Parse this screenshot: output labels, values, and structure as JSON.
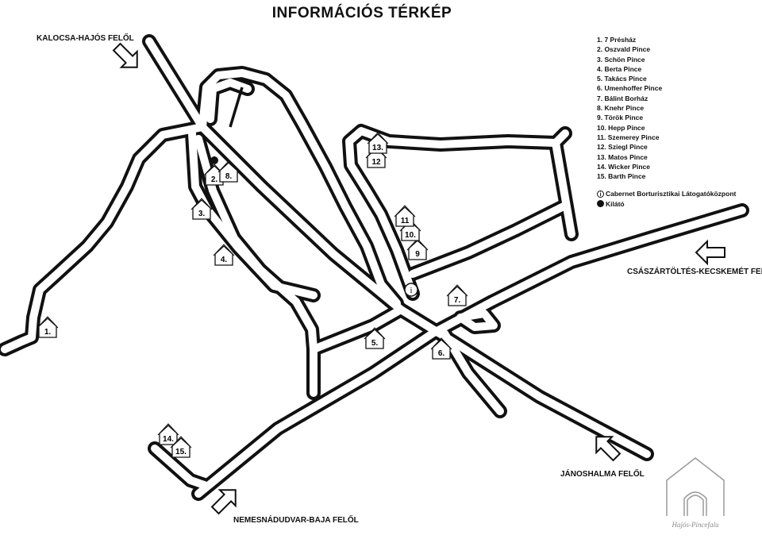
{
  "title": "INFORMÁCIÓS TÉRKÉP",
  "directions": {
    "kalocsa": "KALOCSA-HAJÓS FELŐL",
    "csaszartoltes": "CSÁSZÁRTÖLTÉS-KECSKEMÉT FELŐL",
    "janoshalma": "JÁNOSHALMA FELŐL",
    "nemesnadudvar": "NEMESNÁDUDVAR-BAJA FELŐL"
  },
  "legend": {
    "items": [
      "1. 7 Présház",
      "2. Oszvald Pince",
      "3. Schön Pince",
      "4. Berta Pince",
      "5. Takács Pince",
      "6. Umenhoffer Pince",
      "7. Bálint Borház",
      "8. Knehr Pince",
      "9. Török Pince",
      "10. Hepp Pince",
      "11. Szemerey Pince",
      "12. Sziegl Pince",
      "13. Matos Pince",
      "14. Wicker Pince",
      "15. Barth Pince"
    ],
    "info_point": "Cabernet Borturisztikai Látogatóközpont",
    "info_symbol": "i",
    "viewpoint": "Kilátó"
  },
  "markers": [
    "1.",
    "2.",
    "3.",
    "4.",
    "5.",
    "6.",
    "7.",
    "8.",
    "9",
    "10.",
    "11",
    "12",
    "13.",
    "14.",
    "15."
  ],
  "logo_text": "Hajós-Pincefalu",
  "colors": {
    "road": "#111111",
    "background": "#ffffff",
    "logo": "#9a9a9a"
  }
}
